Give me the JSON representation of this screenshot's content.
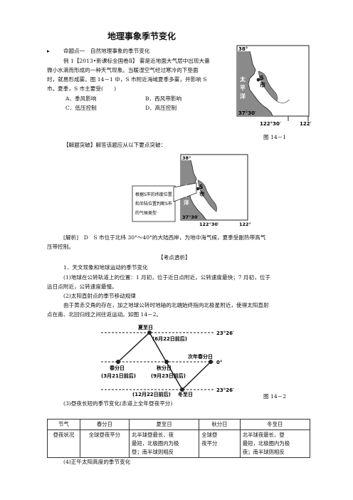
{
  "doc": {
    "title": "地理事象季节变化",
    "point": "命题点一　自然地理事象的季节变化",
    "example": [
      "例 1【2013•新课标全国卷Ⅱ】 雾是近地面大气层中出现大量",
      "微小水滴而形成的一种天气现象。当暖湿空气经过寒冷的下垫面",
      "时，就易形成雾。图 14－1 中，S 市附近海域夏季多雾，并影响 S",
      "市。夏季，S 市主要受(　　)"
    ],
    "options": {
      "a": "A．季风影响",
      "b": "B．西风带影响",
      "c": "C．低压控制",
      "d": "D．高压控制"
    },
    "fig1_caption": "图 14－1",
    "breakthrough": "【解题突破】解答该题应从以下要点突破：",
    "analysis": [
      "[解析]　D　S 市位于北纬 30°～40°的大陆西岸，为地中海气候，夏季受副热带高气",
      "压带控制。"
    ],
    "kaodian": "【考点透析】",
    "section1": "1．天文现象和地球运动的季节变化",
    "item1": [
      "(1)地球在公转轨道上的位置：1 月初，位于近日点附近，公转速度最快；7 月初，位于",
      "远日点附近，公转速度最慢。"
    ],
    "item2_title": "(2)太阳直射点的季节移动规律",
    "item2": [
      "由于黄赤交角的存在，加之地球公转时地轴的北端始终指向北极星附近，使得太阳直射",
      "点在南、北回归线之间往返运动。如图 14－2。"
    ],
    "fig2_caption": "图 14－2",
    "item3_title": "(3)昼夜长短的季节变化(赤道上全年昼夜平分)",
    "item4_title": "(4)正午太阳高度的季节变化"
  },
  "map1": {
    "lat_top": "38°",
    "lat_bottom": "37°30′",
    "lon_left": "122°30′",
    "lon_right": "122°",
    "city": "S",
    "city_suffix": "市",
    "ocean": [
      "太",
      "平",
      "洋"
    ]
  },
  "map2": {
    "lat_top": "38°",
    "lat_bottom": "37°30′",
    "lon_left": "122°30′",
    "lon_right": "122°",
    "city": "S",
    "city_suffix": "市",
    "ocean": [
      "太",
      "平",
      "洋"
    ],
    "callout": [
      "根据S市的纬度位置",
      "和半陆位置判断S市",
      "的气候类型"
    ]
  },
  "fig2": {
    "summer_solstice": "夏至日",
    "summer_date": "(6月22日前后)",
    "spring_equinox": "春分日",
    "spring_date": "(3月21日前后)",
    "autumn_equinox": "秋分日",
    "autumn_date": "(9月23日前后)",
    "next_spring": "次年春分日",
    "winter_date": "(12月22日前后)",
    "winter_solstice": "冬至日",
    "lat_n": "23°26′",
    "lat_0": "0°",
    "lat_s": "23°26′"
  },
  "table": {
    "headers": [
      "节气",
      "春分日",
      "夏至日",
      "秋分日",
      "冬至日"
    ],
    "row_label": "昼夜状况",
    "spring": "全球昼夜平分",
    "summer": [
      "北半球昼最长、夜",
      "最短，北极圈内为极",
      "昼；南半球则相反"
    ],
    "autumn": [
      "全球昼",
      "夜平分"
    ],
    "winter": [
      "北半球夜最长、昼",
      "最短，北极圈内为极",
      "夜；南半球则相反"
    ]
  }
}
